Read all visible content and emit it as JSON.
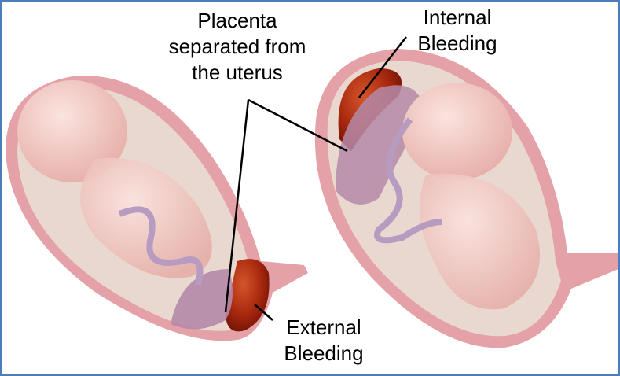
{
  "labels": {
    "placenta": [
      "Placenta",
      "separated from",
      "the uterus"
    ],
    "internal_bleeding": [
      "Internal",
      "Bleeding"
    ],
    "external_bleeding": [
      "External",
      "Bleeding"
    ]
  },
  "colors": {
    "frame": "#4a7ebb",
    "uterus_wall": "#e5a1a8",
    "amniotic_fluid": "#e9d8cf",
    "fetus_skin": "#f2c7c2",
    "blood": "#a8280e",
    "placenta": "#b58aa8"
  }
}
